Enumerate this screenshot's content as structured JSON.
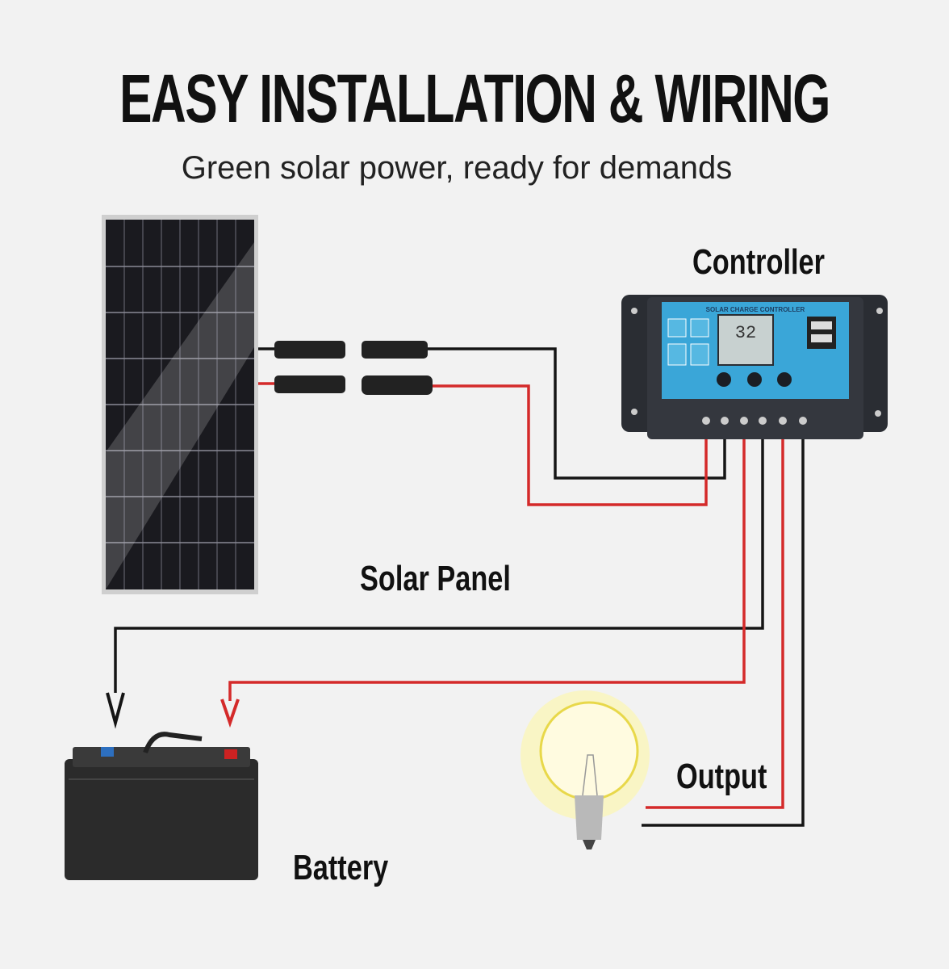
{
  "title": "EASY INSTALLATION & WIRING",
  "subtitle": "Green solar power, ready for demands",
  "labels": {
    "controller": "Controller",
    "solar_panel": "Solar Panel",
    "output": "Output",
    "battery": "Battery"
  },
  "controller_device": {
    "header_text": "SOLAR CHARGE CONTROLLER",
    "display_value": "32"
  },
  "colors": {
    "wire_red": "#d42a2a",
    "wire_black": "#151515",
    "controller_blue": "#3aa6d8"
  }
}
